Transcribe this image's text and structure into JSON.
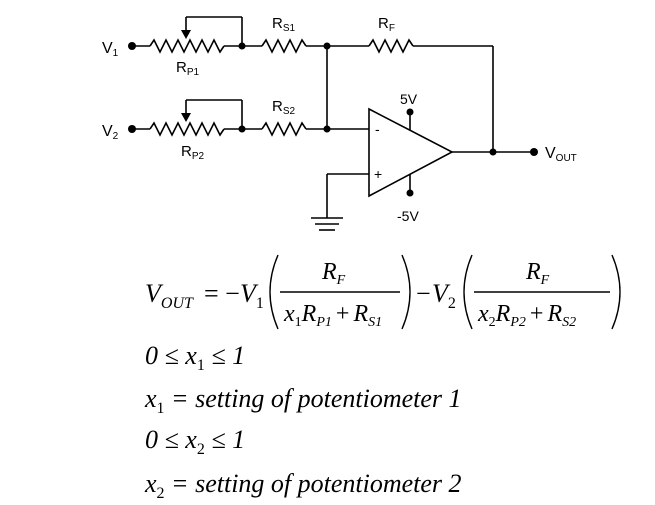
{
  "circuit": {
    "v1": "V",
    "v1_sub": "1",
    "v2": "V",
    "v2_sub": "2",
    "rp1": "R",
    "rp1_sub": "P1",
    "rp2": "R",
    "rp2_sub": "P2",
    "rs1": "R",
    "rs1_sub": "S1",
    "rs2": "R",
    "rs2_sub": "S2",
    "rf": "R",
    "rf_sub": "F",
    "pos_supply": "5V",
    "neg_supply": "-5V",
    "inverting_sign": "-",
    "noninverting_sign": "+",
    "vout": "V",
    "vout_sub": "OUT"
  },
  "equations": {
    "main": {
      "lhs": "V",
      "lhs_sub": "OUT",
      "equals_minus": "= −",
      "v1": "V",
      "v1_sub": "1",
      "minus": "−",
      "v2": "V",
      "v2_sub": "2",
      "rf_1": "R",
      "rf_1_sub": "F",
      "rf_2": "R",
      "rf_2_sub": "F",
      "den1_x": "x",
      "den1_x_sub": "1",
      "den1_r": "R",
      "den1_r_sub": "P1",
      "den1_plus": "+",
      "den1_rs": "R",
      "den1_rs_sub": "S1",
      "den2_x": "x",
      "den2_x_sub": "2",
      "den2_r": "R",
      "den2_r_sub": "P2",
      "den2_plus": "+",
      "den2_rs": "R",
      "den2_rs_sub": "S2"
    },
    "line1": {
      "pre": "0 ≤ x",
      "sub": "1",
      "post": " ≤ 1"
    },
    "line2": {
      "pre": "x",
      "sub": "1",
      "post": " = setting of  potentiometer 1"
    },
    "line3": {
      "pre": "0 ≤ x",
      "sub": "2",
      "post": " ≤ 1"
    },
    "line4": {
      "pre": "x",
      "sub": "2",
      "post": " = setting of  potentiometer 2"
    }
  }
}
